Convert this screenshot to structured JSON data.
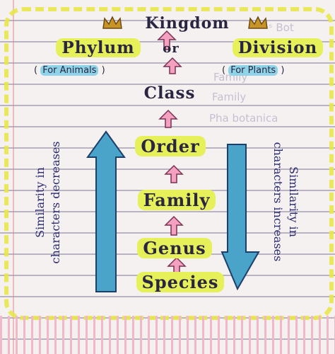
{
  "ranks": {
    "kingdom": "Kingdom",
    "phylum": "Phylum",
    "or": "or",
    "division": "Division",
    "for_animals": "For Animals",
    "for_plants": "For Plants",
    "class": "Class",
    "order": "Order",
    "family": "Family",
    "genus": "Genus",
    "species": "Species"
  },
  "side_labels": {
    "left_line1": "Similarity in",
    "left_line2": "characters decreases",
    "right_line1": "Similarity in",
    "right_line2": "characters increases"
  },
  "colors": {
    "highlight": "#e6f15a",
    "pink_arrow": "#f3a1bf",
    "blue_arrow": "#4aa3c9",
    "crown": "#c89428"
  },
  "icons": [
    "crown-icon",
    "up-arrow-icon",
    "blue-up-arrow-icon",
    "blue-down-arrow-icon"
  ]
}
